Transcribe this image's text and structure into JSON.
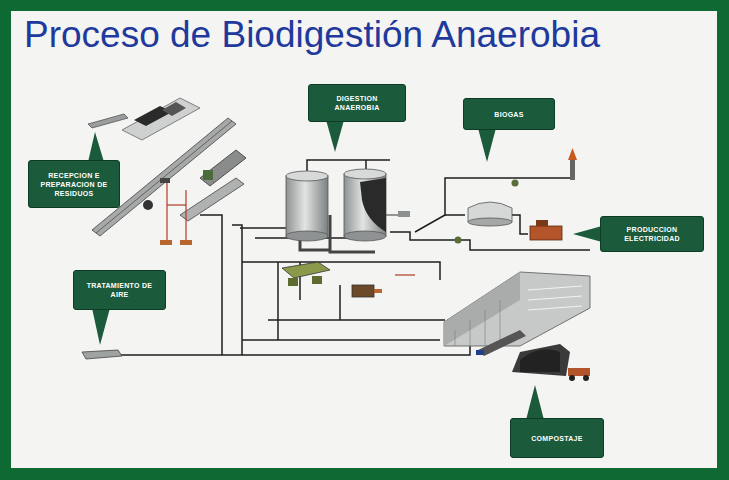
{
  "diagram": {
    "title": "Proceso de Biodigestión Anaerobia",
    "nodes": [
      {
        "text": [
          "DIGESTION ANAEROBIA"
        ]
      },
      {
        "text": [
          "BIOGAS"
        ]
      },
      {
        "text": [
          "RECEPCION E PREPARACION DE RESIDUOS"
        ]
      },
      {
        "text": [
          "PRODUCCION ELECTRICIDAD"
        ]
      },
      {
        "text": [
          "TRATAMIENTO DE AIRE"
        ]
      },
      {
        "text": [
          "COMPOSTAJE"
        ]
      }
    ]
  }
}
